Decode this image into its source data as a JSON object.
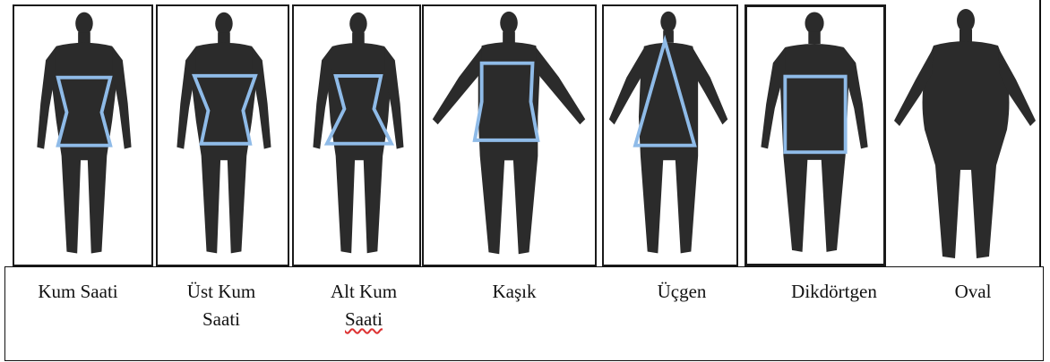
{
  "figure": {
    "panels": [
      {
        "shape": "hourglass",
        "label_line1": "Kum Saati",
        "label_line2": ""
      },
      {
        "shape": "top-hourglass",
        "label_line1": "Üst Kum",
        "label_line2": "Saati"
      },
      {
        "shape": "bottom-hourglass",
        "label_line1": "Alt Kum",
        "label_line2": "Saati"
      },
      {
        "shape": "spoon",
        "label_line1": "Kaşık",
        "label_line2": ""
      },
      {
        "shape": "triangle",
        "label_line1": "Üçgen",
        "label_line2": ""
      },
      {
        "shape": "rectangle",
        "label_line1": "Dikdörtgen",
        "label_line2": ""
      },
      {
        "shape": "oval",
        "label_line1": "Oval",
        "label_line2": ""
      }
    ],
    "outline_color": "#8fbbe8",
    "body_color": "#2b2b2b"
  }
}
